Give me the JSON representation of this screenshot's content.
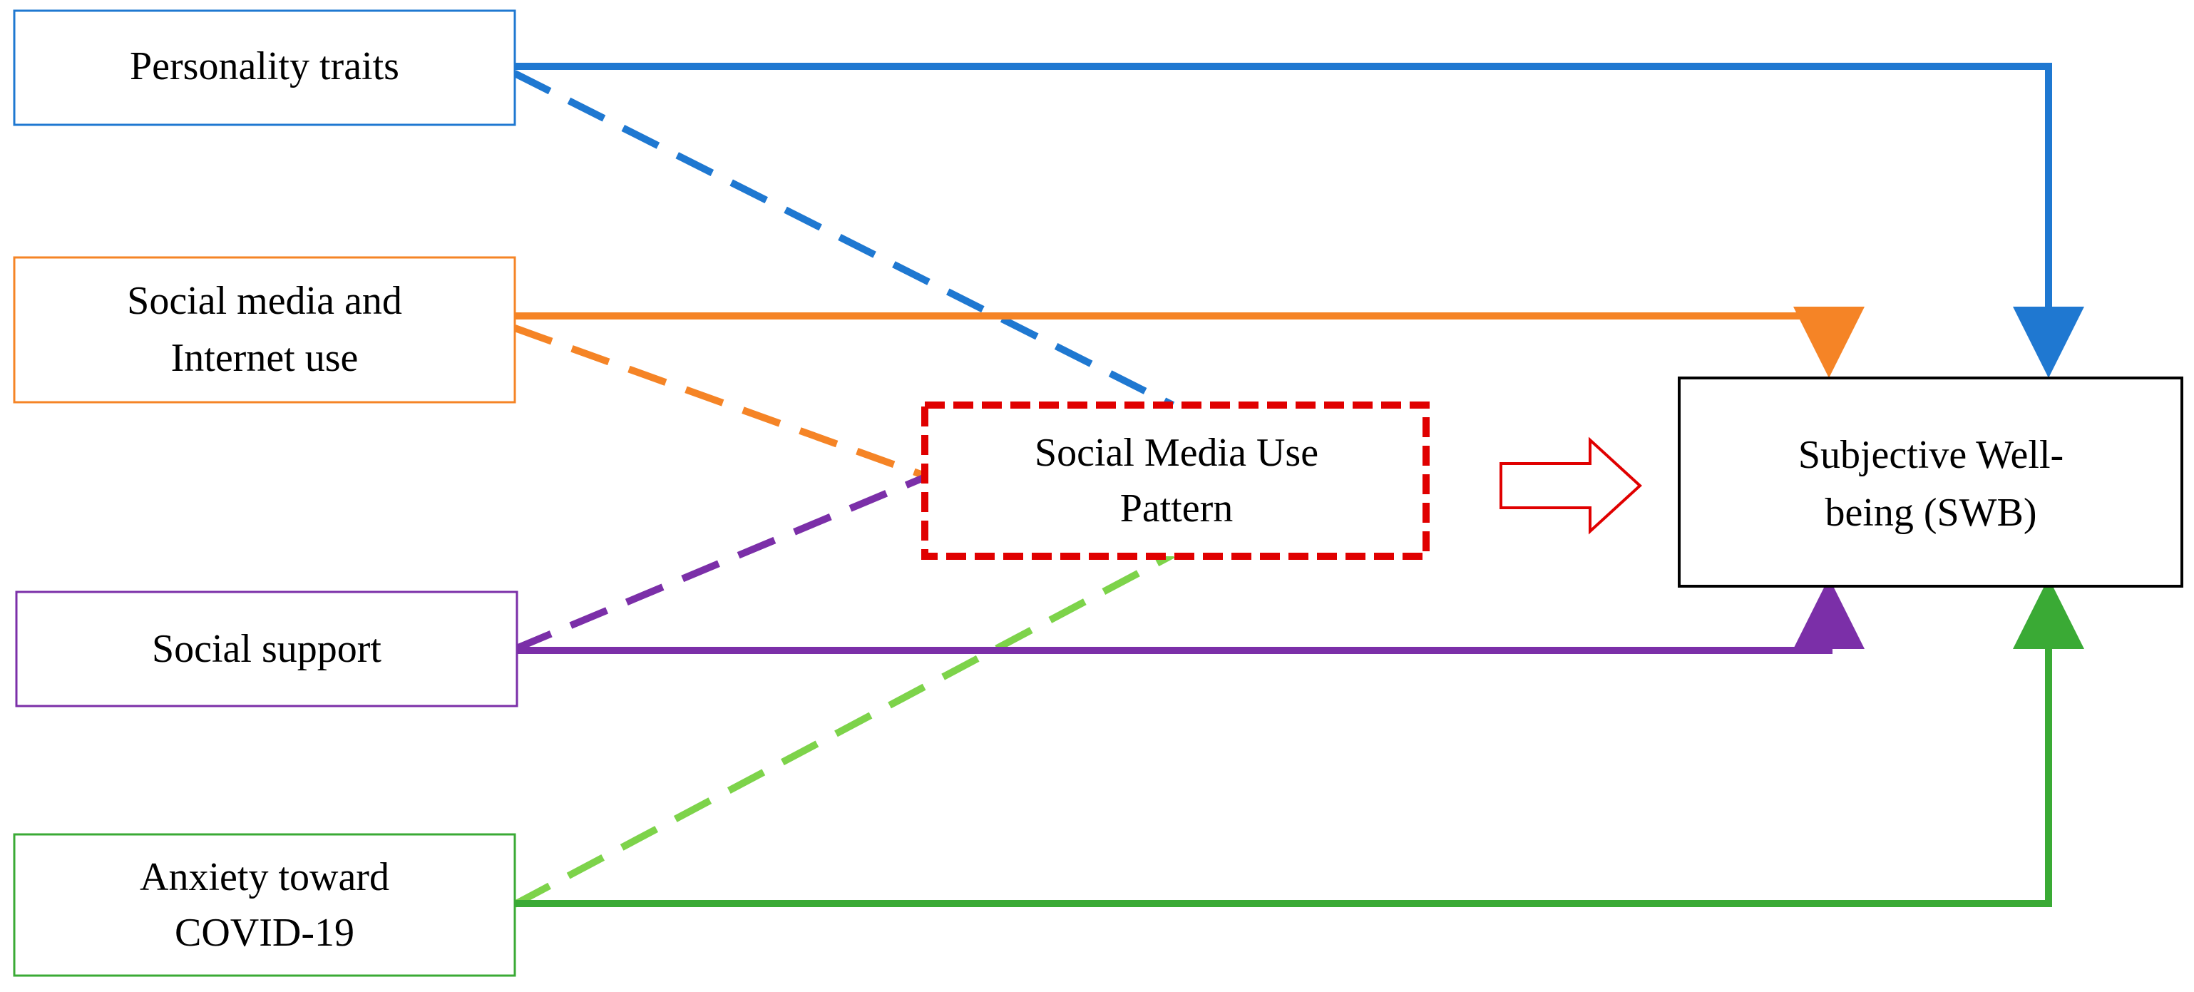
{
  "colors": {
    "personality": "#1f78d1",
    "social_media_internet": "#f58426",
    "social_support": "#7b2fa8",
    "anxiety_solid": "#3aaa35",
    "anxiety_dashed": "#7dd34a",
    "mediator": "#e00000",
    "outcome": "#000000"
  },
  "nodes": {
    "personality": {
      "lines": [
        "Personality  traits"
      ]
    },
    "social_media_internet": {
      "lines": [
        "Social media and",
        "Internet use"
      ]
    },
    "social_support": {
      "lines": [
        "Social support"
      ]
    },
    "anxiety": {
      "lines": [
        "Anxiety toward",
        "COVID-19"
      ]
    },
    "mediator": {
      "lines": [
        "Social Media Use",
        "Pattern"
      ]
    },
    "outcome": {
      "lines": [
        "Subjective  Well-",
        "being (SWB)"
      ]
    }
  }
}
